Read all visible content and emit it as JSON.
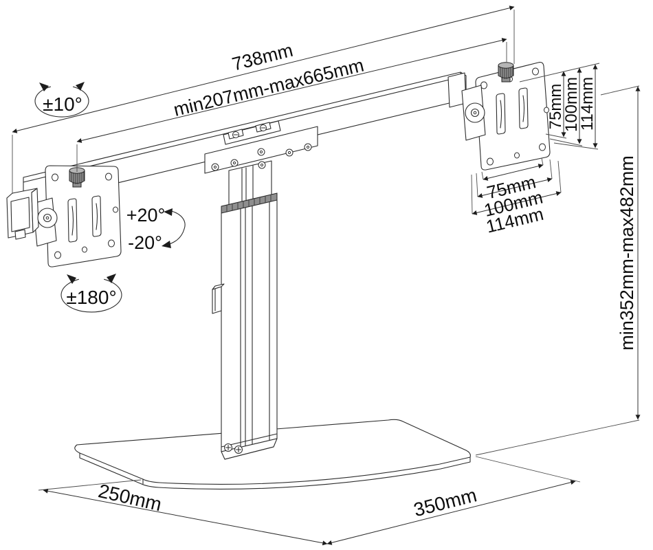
{
  "drawing": {
    "top": {
      "total_width": "738mm",
      "adjust_range": "min207mm-max665mm"
    },
    "angles": {
      "swivel": "±10°",
      "tilt_up": "+20°",
      "tilt_down": "-20°",
      "rotation": "±180°"
    },
    "vesa_side": [
      "75mm",
      "100mm",
      "114mm"
    ],
    "vesa_bottom": [
      "75mm",
      "100mm",
      "114mm"
    ],
    "height": {
      "adjust_range": "min352mm-max482mm"
    },
    "base": {
      "depth": "250mm",
      "width": "350mm"
    }
  }
}
